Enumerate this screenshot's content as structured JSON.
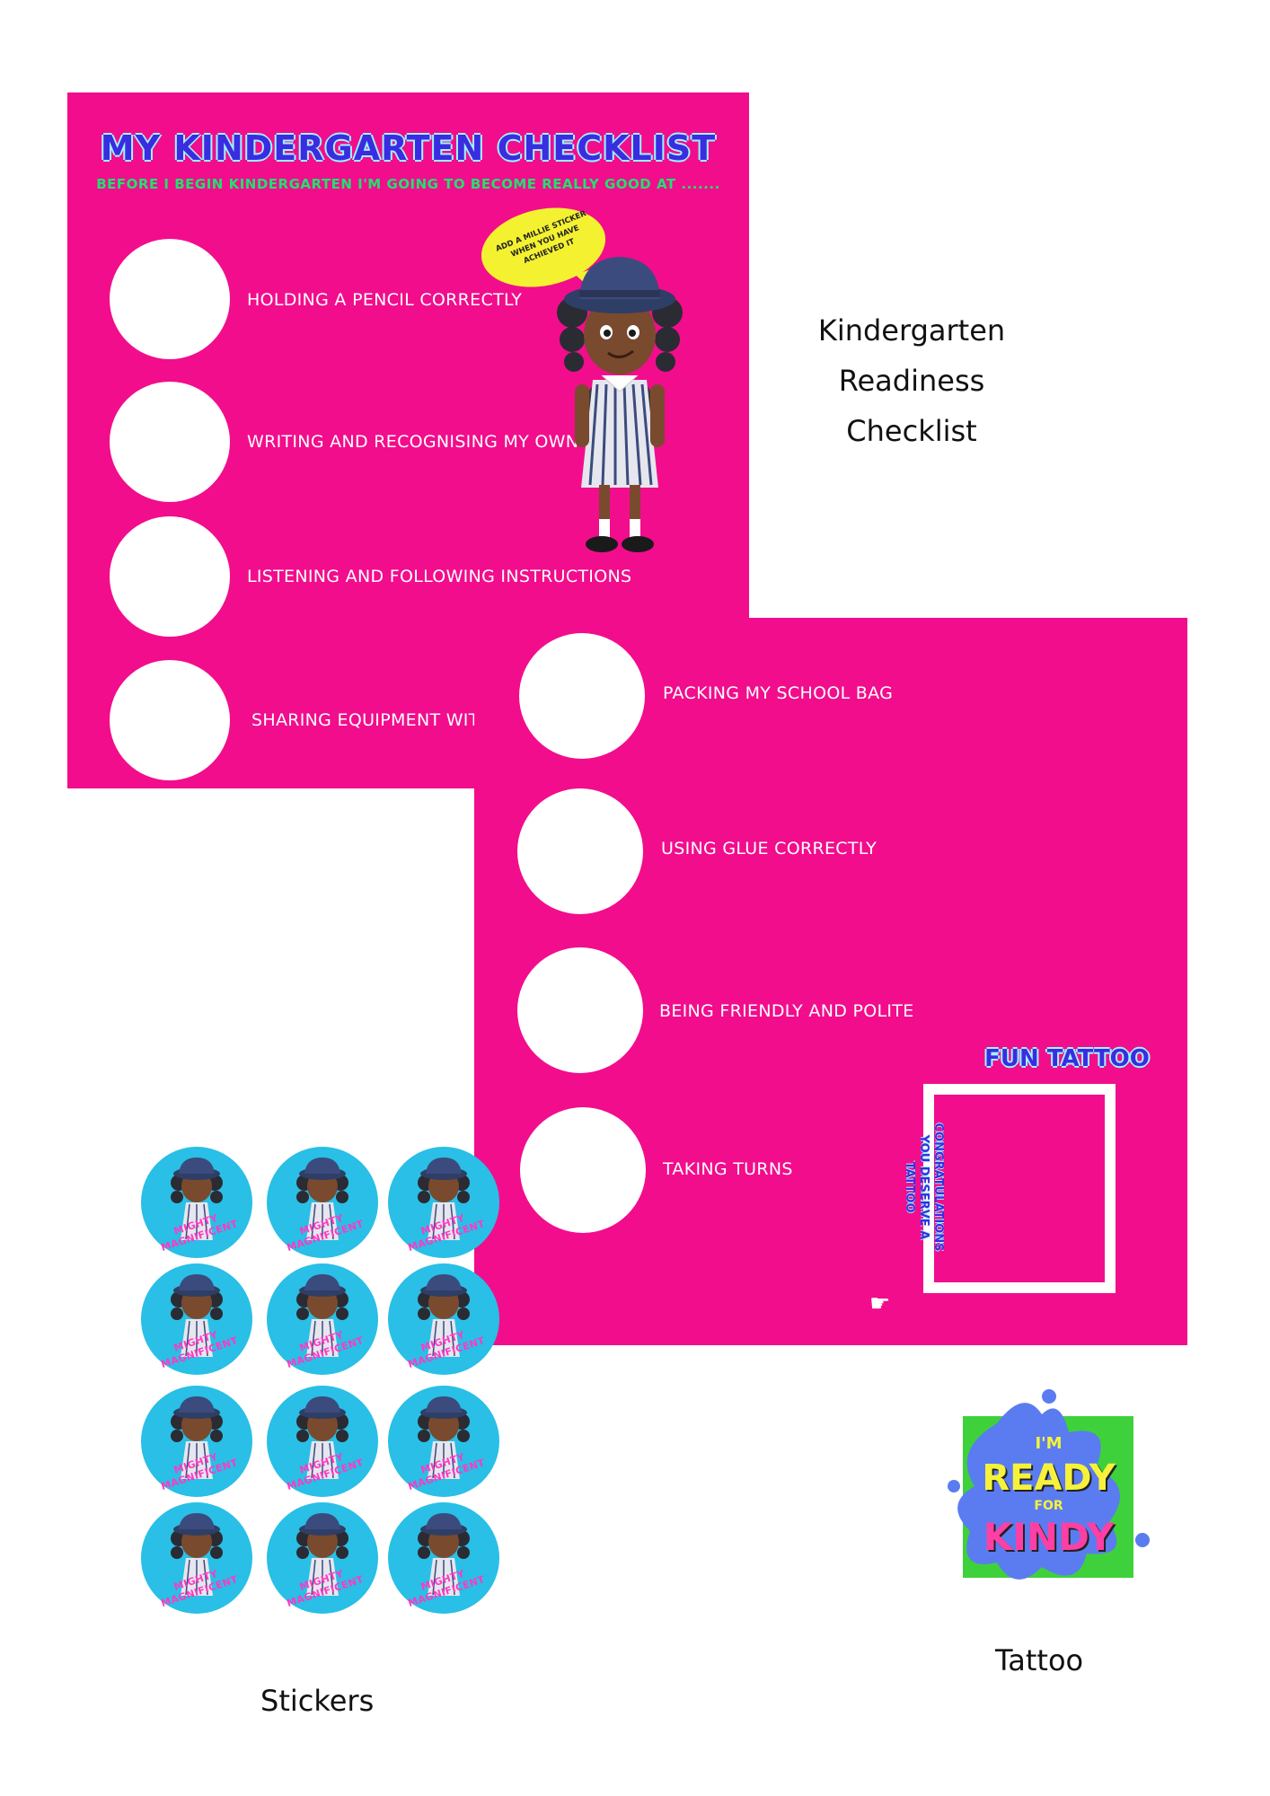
{
  "checklist": {
    "title": "MY KINDERGARTEN CHECKLIST",
    "subtitle": "BEFORE I BEGIN KINDERGARTEN I'M GOING TO BECOME REALLY GOOD AT .......",
    "bubble_text": "ADD A MILLIE STICKER WHEN YOU HAVE ACHIEVED IT",
    "page1_items": [
      "HOLDING A PENCIL CORRECTLY",
      "WRITING AND RECOGNISING MY OWN NAME",
      "LISTENING AND FOLLOWING INSTRUCTIONS",
      "SHARING EQUIPMENT WITH OTHERS"
    ],
    "page2_items": [
      "PACKING MY SCHOOL BAG",
      "USING GLUE CORRECTLY",
      "BEING FRIENDLY AND POLITE",
      "TAKING TURNS"
    ],
    "tattoo_label": "FUN TATTOO",
    "congrats_text": "CONGRATULATIONS YOU DESERVE A TATTOO"
  },
  "captions": {
    "checklist": "Kindergarten Readiness Checklist",
    "stickers": "Stickers",
    "tattoo": "Tattoo"
  },
  "sticker": {
    "label": "MIGHTY MAGNIFICENT",
    "count": 12
  },
  "logo": {
    "line1": "I'M",
    "line2": "READY",
    "line3": "FOR",
    "line4": "KINDY"
  },
  "colors": {
    "card": "#f20d8c",
    "title": "#3b2ce0",
    "subtitle": "#1ee36f",
    "sticker": "#29bfe6",
    "sticker_text": "#ff39c4"
  },
  "icons": [
    "girl-character-illustration",
    "pointing-hand-icon",
    "speech-bubble"
  ]
}
